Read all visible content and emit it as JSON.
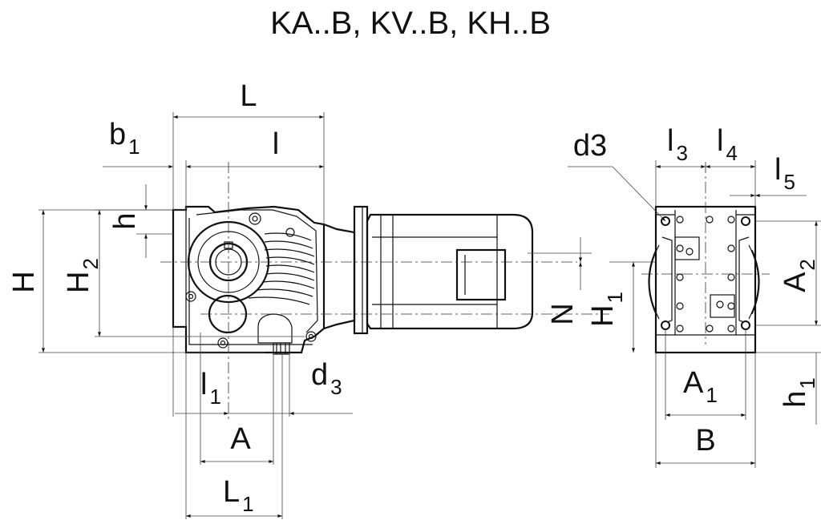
{
  "title": "KA..B, KV..B, KH..B",
  "side_view": {
    "L": "L",
    "l": "l",
    "b": "b",
    "b_sub": "1",
    "h": "h",
    "H": "H",
    "H2": "H",
    "H2_sub": "2",
    "l1": "l",
    "l1_sub": "1",
    "d3": "d",
    "d3_sub": "3",
    "A": "A",
    "L1": "L",
    "L1_sub": "1",
    "N": "N",
    "H1": "H",
    "H1_sub": "1"
  },
  "end_view": {
    "d3": "d3",
    "l3": "l",
    "l3_sub": "3",
    "l4": "l",
    "l4_sub": "4",
    "l5": "l",
    "l5_sub": "5",
    "A2": "A",
    "A2_sub": "2",
    "A1": "A",
    "A1_sub": "1",
    "h1": "h",
    "h1_sub": "1",
    "B": "B"
  }
}
